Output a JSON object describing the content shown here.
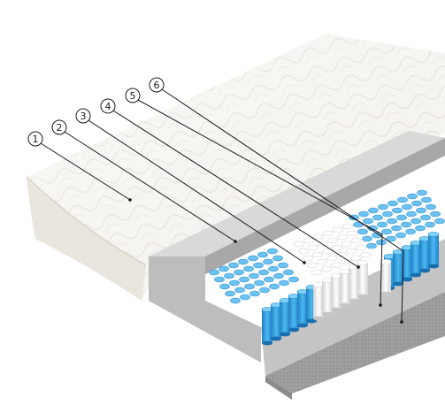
{
  "callouts": [
    {
      "label": "1"
    },
    {
      "label": "2"
    },
    {
      "label": "3"
    },
    {
      "label": "4"
    },
    {
      "label": "5"
    },
    {
      "label": "6"
    }
  ],
  "colors": {
    "quilt": "#f3f1ec",
    "quilt_shadow": "#dcd8cf",
    "foam": "#bdbdbd",
    "foam_dark": "#8e8e8e",
    "spring_blue": "#3aa6e6",
    "spring_white": "#f4f4f4",
    "felt": "#9a9a9a",
    "leader_line": "#1a1a1a"
  }
}
